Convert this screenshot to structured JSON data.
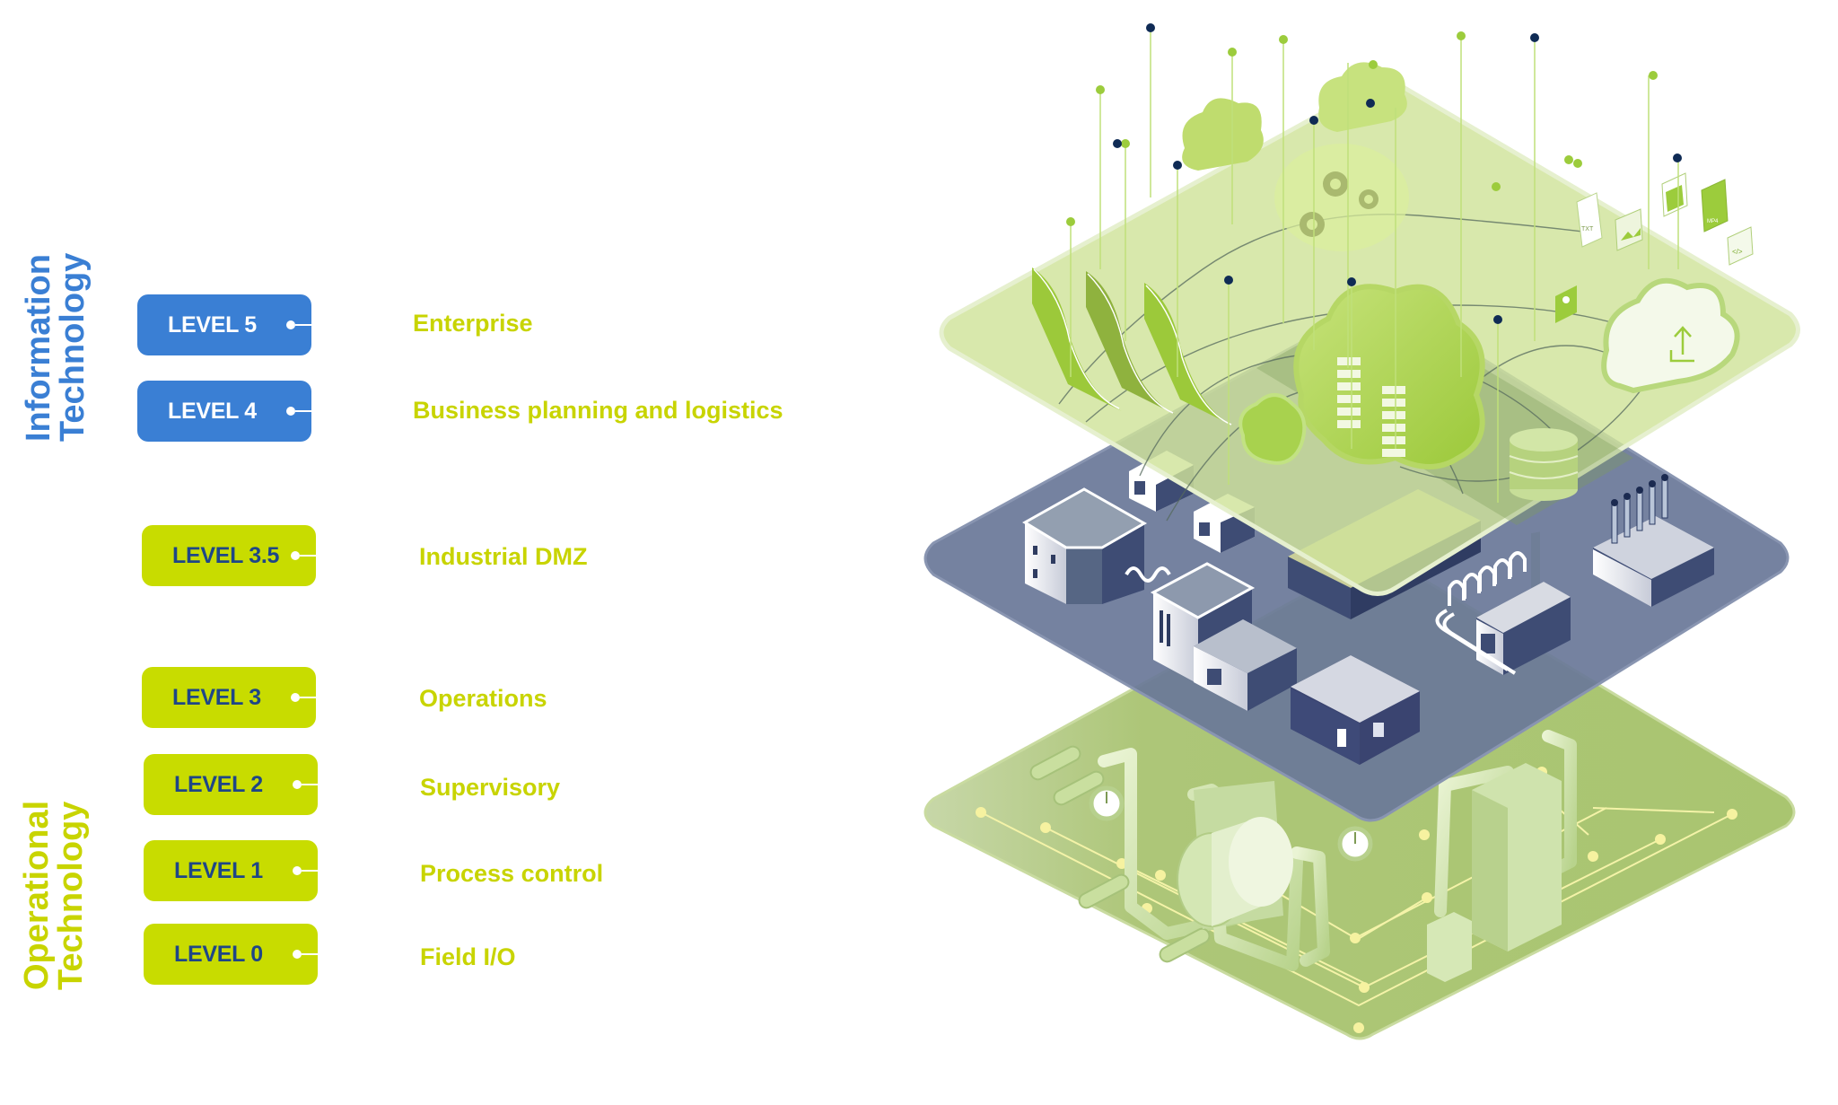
{
  "groups": {
    "it": {
      "line1": "Information",
      "line2": "Technology",
      "color": "#3a7fd4"
    },
    "ot": {
      "line1": "Operational",
      "line2": "Technology",
      "color": "#c8d400"
    }
  },
  "levels": [
    {
      "label": "LEVEL 5",
      "description": "Enterprise",
      "group": "it"
    },
    {
      "label": "LEVEL 4",
      "description": "Business planning and logistics",
      "group": "it"
    },
    {
      "label": "LEVEL 3.5",
      "description": "Industrial DMZ",
      "group": "ot"
    },
    {
      "label": "LEVEL 3",
      "description": "Operations",
      "group": "ot"
    },
    {
      "label": "LEVEL 2",
      "description": "Supervisory",
      "group": "ot"
    },
    {
      "label": "LEVEL 1",
      "description": "Process control",
      "group": "ot"
    },
    {
      "label": "LEVEL 0",
      "description": "Field I/O",
      "group": "ot"
    }
  ],
  "illustration": {
    "layers": [
      {
        "name": "enterprise-cloud-layer",
        "color": "#d3e6a4"
      },
      {
        "name": "industrial-site-layer",
        "color": "#6b7899"
      },
      {
        "name": "field-process-layer",
        "color": "#adc678"
      }
    ],
    "file_icons": [
      "TXT",
      "MP4",
      "</>"
    ],
    "accent_green": "#9ccc3c",
    "accent_navy": "#0f2b55"
  }
}
